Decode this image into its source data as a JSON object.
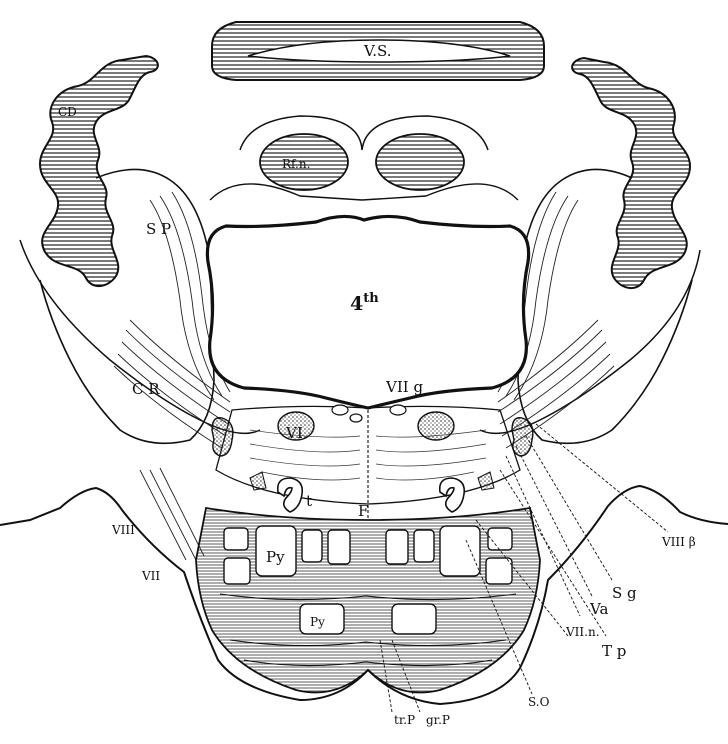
{
  "figure": {
    "ink_color": "#111111",
    "paper_color": "#ffffff",
    "labels": {
      "vs": "V.S.",
      "cd": "CD",
      "rfn": "Rf.n.",
      "sp": "S P",
      "fourth_main": "4",
      "fourth_sup": "th",
      "cr": "C R",
      "viig": "VII g",
      "vi": "VI",
      "t": "t",
      "f": "F",
      "viii": "VIII",
      "vii": "VII",
      "py_upper": "Py",
      "py_lower": "Py",
      "viii_beta": "VIII β",
      "sg": "S g",
      "va": "Va",
      "viin": "VII.n.",
      "tp": "T p",
      "so": "S.O",
      "trp": "tr.P",
      "grp": "gr.P"
    }
  }
}
